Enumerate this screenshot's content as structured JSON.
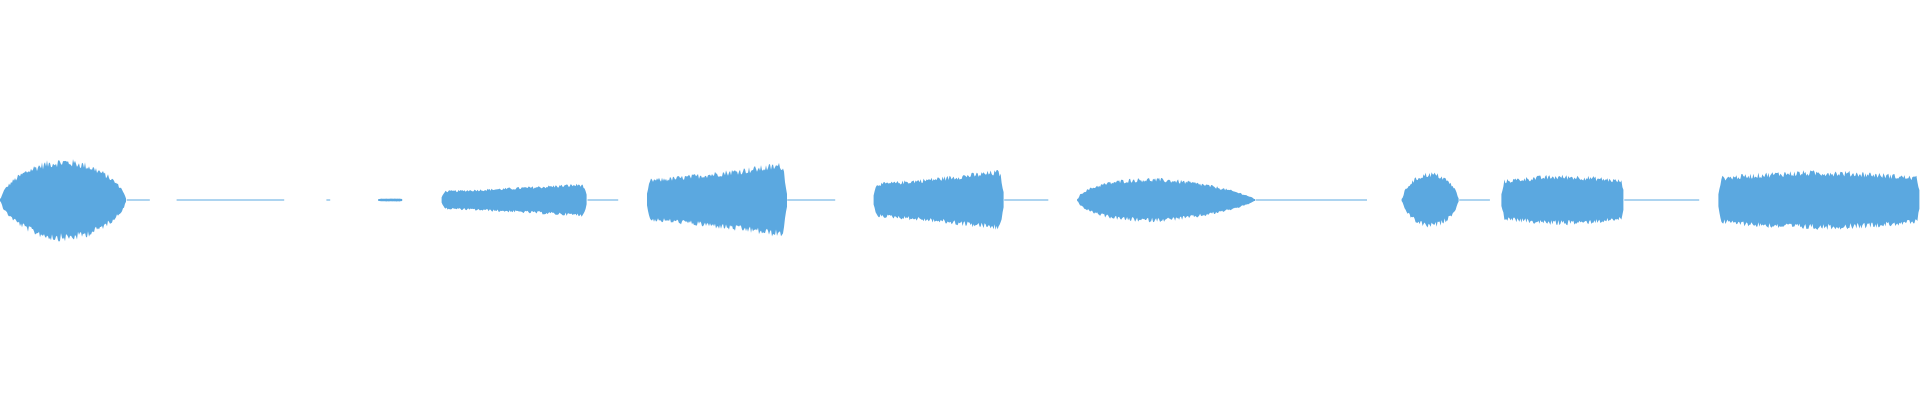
{
  "colors": {
    "background": "#ffffff",
    "waveform": "#5ba8e0",
    "silence_line": "#5ba8e0"
  },
  "waveform": {
    "segments": [
      {
        "start": 0.0,
        "end": 0.066,
        "level": 0.56,
        "shape": "peak-mid"
      },
      {
        "start": 0.197,
        "end": 0.21,
        "level": 0.02,
        "shape": "flat"
      },
      {
        "start": 0.23,
        "end": 0.306,
        "level": 0.23,
        "shape": "ramp-up"
      },
      {
        "start": 0.337,
        "end": 0.41,
        "level": 0.52,
        "shape": "ramp-up"
      },
      {
        "start": 0.455,
        "end": 0.523,
        "level": 0.42,
        "shape": "ramp-up"
      },
      {
        "start": 0.561,
        "end": 0.654,
        "level": 0.3,
        "shape": "peak-early"
      },
      {
        "start": 0.73,
        "end": 0.76,
        "level": 0.38,
        "shape": "peak-mid"
      },
      {
        "start": 0.782,
        "end": 0.846,
        "level": 0.34,
        "shape": "plateau"
      },
      {
        "start": 0.895,
        "end": 1.0,
        "level": 0.4,
        "shape": "plateau"
      }
    ],
    "silence_ranges": [
      {
        "start": 0.066,
        "end": 0.078
      },
      {
        "start": 0.092,
        "end": 0.148
      },
      {
        "start": 0.17,
        "end": 0.172
      },
      {
        "start": 0.306,
        "end": 0.322
      },
      {
        "start": 0.41,
        "end": 0.435
      },
      {
        "start": 0.523,
        "end": 0.546
      },
      {
        "start": 0.654,
        "end": 0.712
      },
      {
        "start": 0.76,
        "end": 0.776
      },
      {
        "start": 0.846,
        "end": 0.885
      }
    ]
  }
}
